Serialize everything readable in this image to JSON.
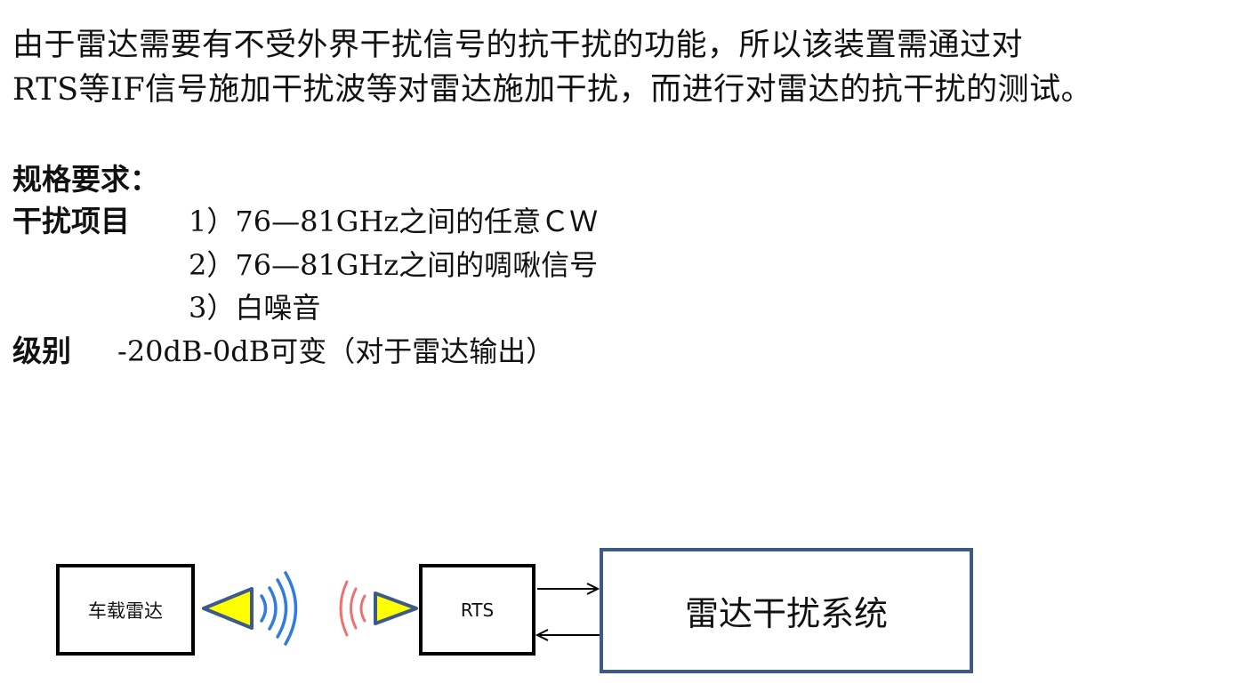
{
  "intro": {
    "line1": " 由于雷达需要有不受外界干扰信号的抗干扰的功能，所以该装置需通过对",
    "line2": "RTS等IF信号施加干扰波等对雷达施加干扰，而进行对雷达的抗干扰的测试。"
  },
  "spec": {
    "title": "规格要求：",
    "interference_label": "干扰项目",
    "items": [
      "1）76—81GHz之间的任意ＣＷ",
      "2）76—81GHz之间的啁啾信号",
      "3）白噪音"
    ],
    "level_label": "级别",
    "level_value": "-20dB-0dB可变（对于雷达输出）"
  },
  "diagram": {
    "radar_box": "车载雷达",
    "rts_box": "RTS",
    "system_box": "雷达干扰系统",
    "colors": {
      "triangle_fill": "#ffff00",
      "triangle_stroke": "#3d5a8a",
      "wave_blue": "#2f7be0",
      "wave_red": "#f07070",
      "system_border": "#3d5a8a",
      "box_border": "#000000"
    }
  }
}
